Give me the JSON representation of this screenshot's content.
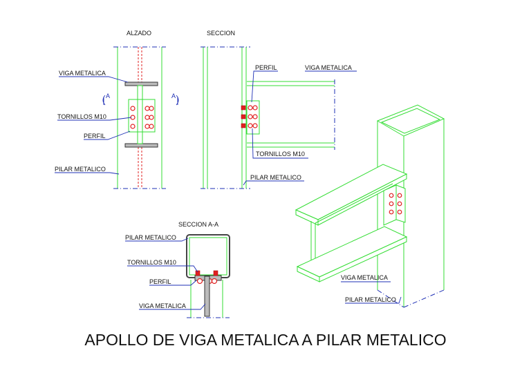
{
  "views": {
    "alzado": "ALZADO",
    "seccion": "SECCION",
    "seccion_aa": "SECCION A-A"
  },
  "labels": {
    "viga_metalica": "VIGA METALICA",
    "tornillos_m10": "TORNILLOS M10",
    "perfil": "PERFIL",
    "pilar_metalico": "PILAR METALICO"
  },
  "section_marks": {
    "a_left": "A",
    "a_right": "A"
  },
  "title": "APOLLO DE VIGA METALICA A PILAR METALICO",
  "colors": {
    "steel": "#33dd33",
    "leader": "#1e2fb5",
    "bolt": "#e02020",
    "plate": "#bbbbbb"
  }
}
